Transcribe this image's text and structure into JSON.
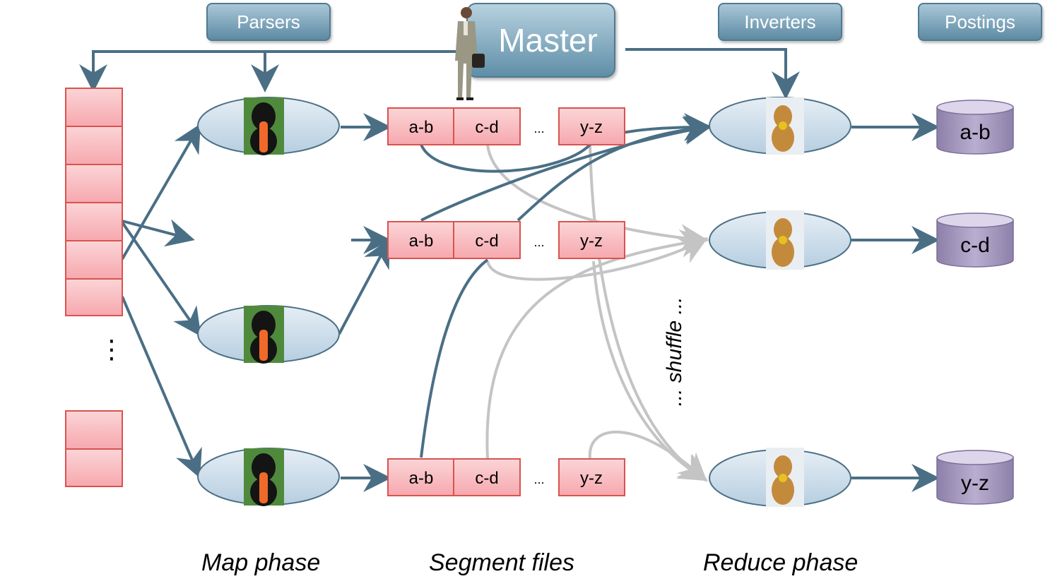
{
  "headers": {
    "parsers": "Parsers",
    "master": "Master",
    "inverters": "Inverters",
    "postings": "Postings"
  },
  "segments": {
    "ab": "a-b",
    "cd": "c-d",
    "ellipsis": "...",
    "yz": "y-z"
  },
  "postings_labels": [
    "a-b",
    "c-d",
    "y-z"
  ],
  "captions": {
    "map": "Map phase",
    "segment": "Segment files",
    "reduce": "Reduce phase"
  },
  "shuffle_label": "... shuffle ...",
  "split_ellipsis": "⋮",
  "colors": {
    "arrow": "#4a6f85",
    "shuffle_arrow": "#c4c4c4",
    "split_fill": "#f8b8bc",
    "split_stroke": "#d9534f",
    "ellipse_fill": "#c9dbe8",
    "ellipse_stroke": "#4a6f85",
    "posting_fill": "#9d8fb8"
  }
}
